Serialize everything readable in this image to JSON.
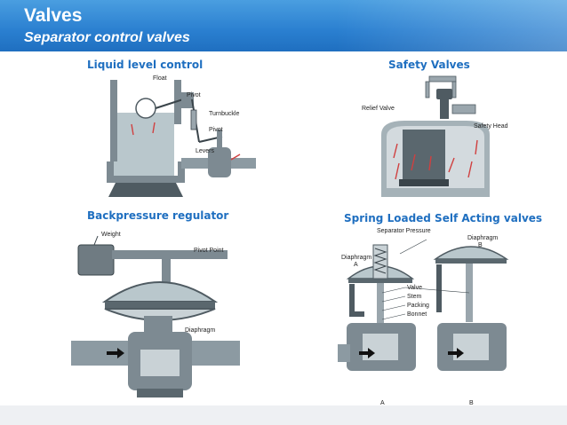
{
  "slide": {
    "title": "Valves",
    "subtitle": "Separator control valves"
  },
  "figures": {
    "liquid_level": {
      "caption": "Liquid level control",
      "labels": {
        "float": "Float",
        "pivot1": "Pivot",
        "turnbuckle": "Turnbuckle",
        "pivot2": "Pivot",
        "levers": "Levers"
      }
    },
    "safety": {
      "caption": "Safety Valves",
      "labels": {
        "relief": "Relief Valve",
        "head": "Safety Head"
      }
    },
    "backpressure": {
      "caption": "Backpressure regulator",
      "labels": {
        "weight": "Weight",
        "pivot_point": "Pivot Point",
        "diaphragm": "Diaphragm"
      }
    },
    "spring": {
      "caption": "Spring Loaded Self Acting valves",
      "labels": {
        "sep_pressure": "Separator Pressure",
        "diaphragm_b": "Diaphragm",
        "b_top": "B",
        "diaphragm_a": "Diaphragm",
        "a_top": "A",
        "valve": "Valve",
        "stem": "Stem",
        "packing": "Packing",
        "bonnet": "Bonnet",
        "a_bottom": "A",
        "b_bottom": "B"
      }
    }
  },
  "colors": {
    "header": "#2a7fd0",
    "caption": "#1f6fc0",
    "metal": "#7d8a92",
    "liquid": "#b9c7cc",
    "pipe": "#8c9aa2"
  }
}
